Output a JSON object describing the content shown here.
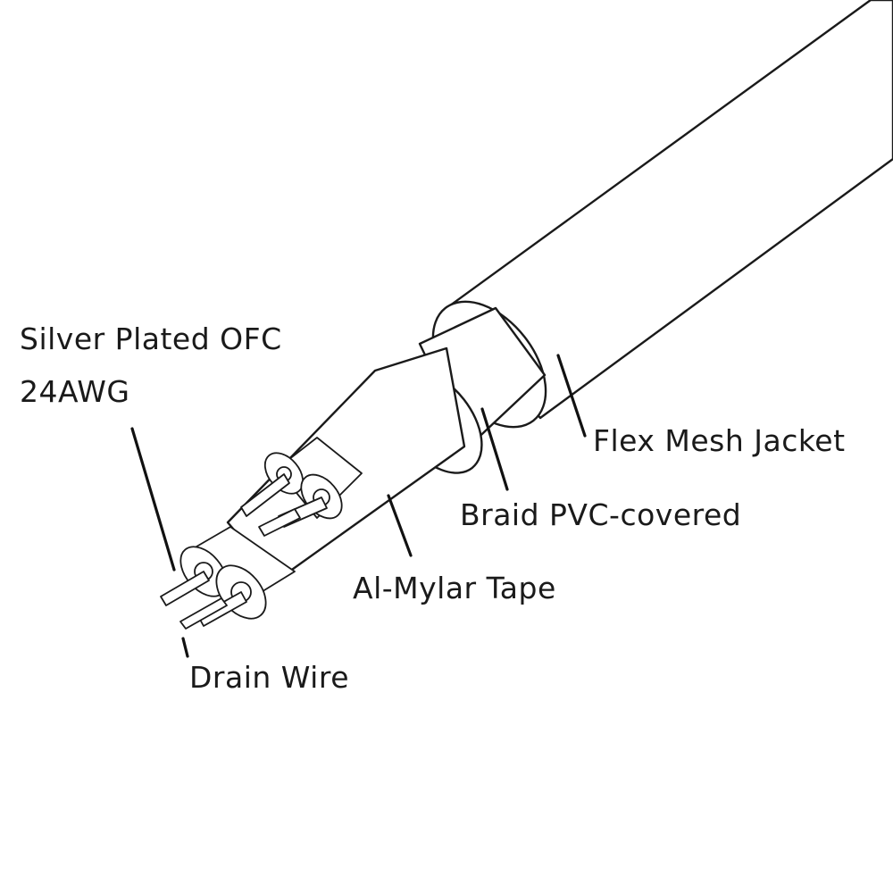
{
  "labels": {
    "conductor_line1": "Silver Plated OFC",
    "conductor_line2": "24AWG",
    "drain_wire": "Drain Wire",
    "mylar_tape": "Al-Mylar Tape",
    "braid": "Braid PVC-covered",
    "jacket": "Flex Mesh Jacket"
  },
  "colors": {
    "line": "#1a1a1a",
    "background": "#ffffff",
    "text": "#1a1a1a"
  }
}
